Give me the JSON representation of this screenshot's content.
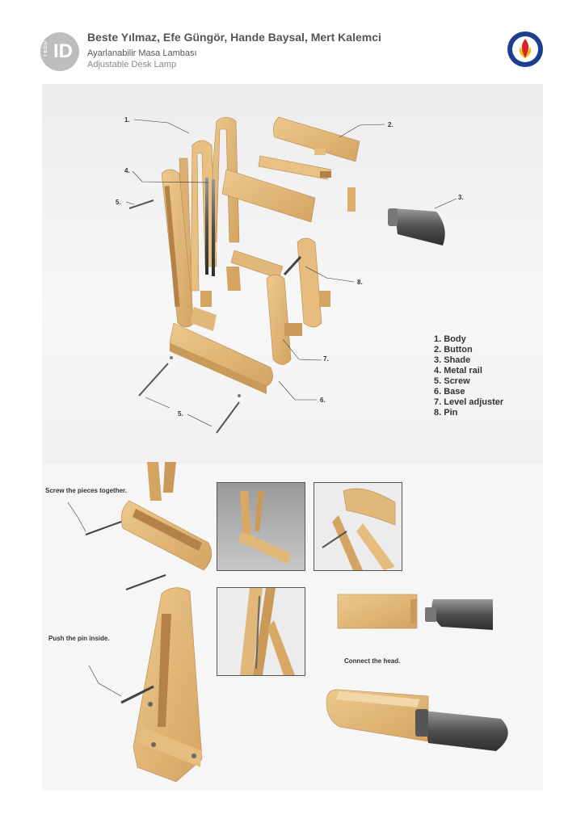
{
  "header": {
    "logo_small": "TEDU",
    "logo_big": "ID",
    "authors": "Beste Yılmaz, Efe Güngör, Hande Baysal, Mert Kalemci",
    "title_tr": "Ayarlanabilir Masa Lambası",
    "title_en": "Adjustable Desk Lamp"
  },
  "callouts": [
    "1.",
    "2.",
    "3.",
    "4.",
    "5.",
    "6.",
    "7.",
    "8.",
    "5."
  ],
  "legend": [
    "1. Body",
    "2. Button",
    "3. Shade",
    "4. Metal rail",
    "5. Screw",
    "6. Base",
    "7. Level adjuster",
    "8. Pin"
  ],
  "captions": {
    "screw": "Screw the pieces together.",
    "pin": "Push the pin inside.",
    "head": "Connect the head."
  },
  "colors": {
    "wood": "#e2b87a",
    "wood_dark": "#c99a5a",
    "metal": "#6b6b6b",
    "panel": "#f1f1f1"
  }
}
